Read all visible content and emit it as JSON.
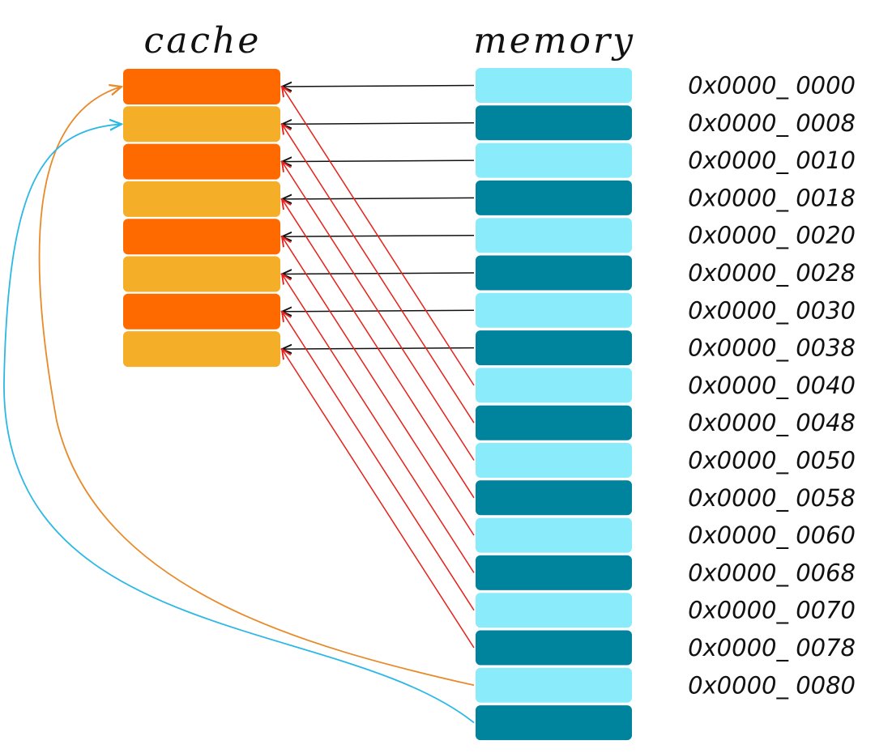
{
  "titles": {
    "cache": "cache",
    "memory": "memory"
  },
  "colors": {
    "cache_line_a": "#FF6A00",
    "cache_line_b": "#F4AE27",
    "memory_line_light": "#8AEBFA",
    "memory_line_dark": "#00839C",
    "arrow_direct": "#111111",
    "arrow_mapped": "#E8201A",
    "arrow_wrap_orange": "#E88A2A",
    "arrow_wrap_blue": "#2BB8E6"
  },
  "cache": {
    "line_count": 8
  },
  "memory": {
    "line_count": 18,
    "addresses": [
      "0x0000_ 0000",
      "0x0000_ 0008",
      "0x0000_ 0010",
      "0x0000_ 0018",
      "0x0000_ 0020",
      "0x0000_ 0028",
      "0x0000_ 0030",
      "0x0000_ 0038",
      "0x0000_ 0040",
      "0x0000_ 0048",
      "0x0000_ 0050",
      "0x0000_ 0058",
      "0x0000_ 0060",
      "0x0000_ 0068",
      "0x0000_ 0070",
      "0x0000_ 0078",
      "0x0000_ 0080"
    ]
  },
  "mapping": {
    "rule": "memory line i maps to cache line (i mod 8)"
  }
}
